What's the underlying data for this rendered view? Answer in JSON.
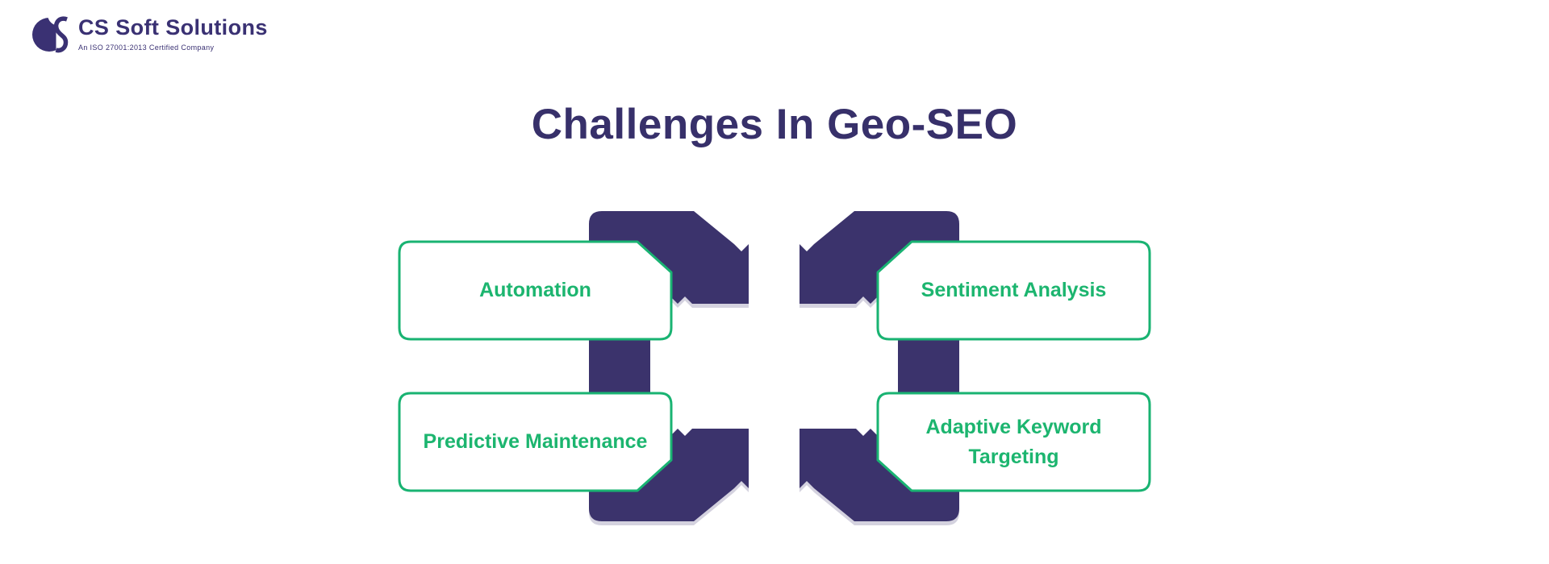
{
  "logo": {
    "company_name": "CS Soft Solutions",
    "tagline": "An ISO 27001:2013 Certified Company"
  },
  "title": "Challenges In Geo-SEO",
  "diagram": {
    "items": [
      {
        "id": "automation",
        "label": "Automation",
        "position": "top-left"
      },
      {
        "id": "sentiment-analysis",
        "label": "Sentiment Analysis",
        "position": "top-right"
      },
      {
        "id": "predictive-maintenance",
        "label": "Predictive Maintenance",
        "position": "bottom-left"
      },
      {
        "id": "adaptive-keyword-targeting",
        "label": "Adaptive Keyword Targeting",
        "position": "bottom-right"
      }
    ]
  },
  "colors": {
    "background": "#ffffff",
    "purple": "#3B336C",
    "green": "#19B372",
    "green_text": "#1CB56F",
    "title_text": "#37306A",
    "logo_purple": "#3A3173"
  }
}
